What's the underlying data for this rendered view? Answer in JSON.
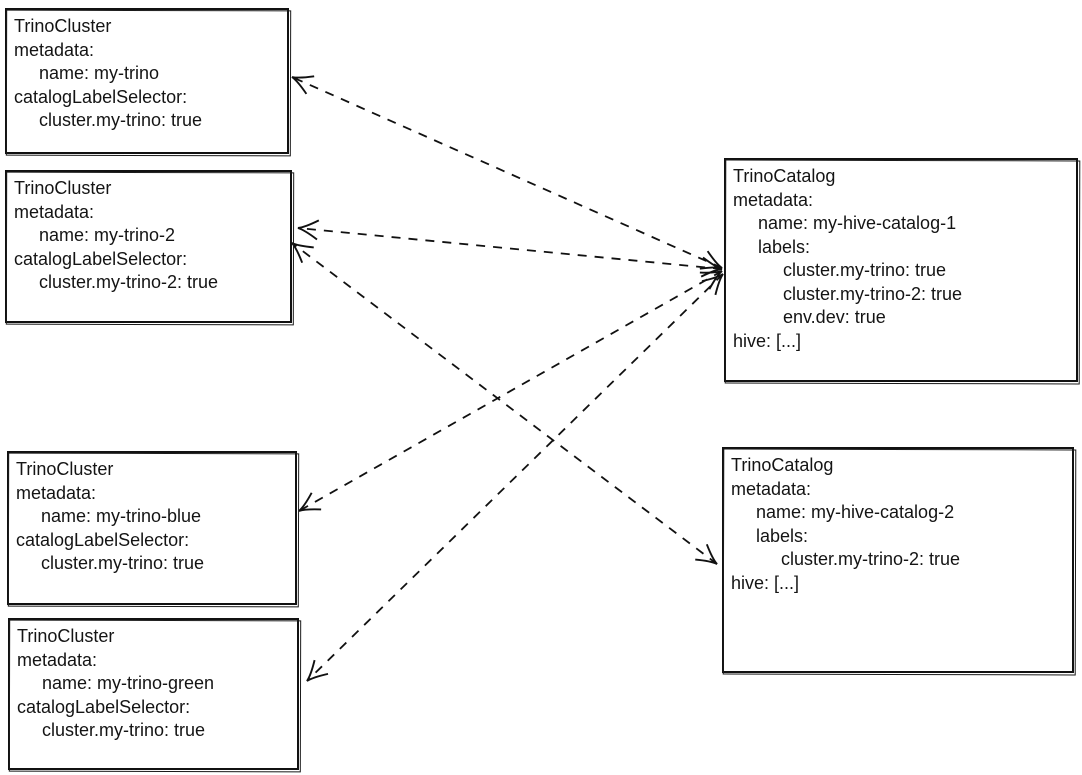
{
  "diagram": {
    "background": "#ffffff",
    "stroke_color": "#111111",
    "text_color": "#141414",
    "edge_style": "dashed",
    "nodes": [
      {
        "id": "trino-cluster-my-trino",
        "lines": [
          {
            "text": "TrinoCluster",
            "indent": 0
          },
          {
            "text": "metadata:",
            "indent": 0
          },
          {
            "text": "name: my-trino",
            "indent": 1
          },
          {
            "text": "catalogLabelSelector:",
            "indent": 0
          },
          {
            "text": "cluster.my-trino: true",
            "indent": 1
          }
        ]
      },
      {
        "id": "trino-cluster-my-trino-2",
        "lines": [
          {
            "text": "TrinoCluster",
            "indent": 0
          },
          {
            "text": "metadata:",
            "indent": 0
          },
          {
            "text": "name: my-trino-2",
            "indent": 1
          },
          {
            "text": "catalogLabelSelector:",
            "indent": 0
          },
          {
            "text": "cluster.my-trino-2: true",
            "indent": 1
          }
        ]
      },
      {
        "id": "trino-cluster-my-trino-blue",
        "lines": [
          {
            "text": "TrinoCluster",
            "indent": 0
          },
          {
            "text": "metadata:",
            "indent": 0
          },
          {
            "text": "name: my-trino-blue",
            "indent": 1
          },
          {
            "text": "catalogLabelSelector:",
            "indent": 0
          },
          {
            "text": "cluster.my-trino: true",
            "indent": 1
          }
        ]
      },
      {
        "id": "trino-cluster-my-trino-green",
        "lines": [
          {
            "text": "TrinoCluster",
            "indent": 0
          },
          {
            "text": "metadata:",
            "indent": 0
          },
          {
            "text": "name: my-trino-green",
            "indent": 1
          },
          {
            "text": "catalogLabelSelector:",
            "indent": 0
          },
          {
            "text": "cluster.my-trino: true",
            "indent": 1
          }
        ]
      },
      {
        "id": "trino-catalog-my-hive-catalog-1",
        "lines": [
          {
            "text": "TrinoCatalog",
            "indent": 0
          },
          {
            "text": "metadata:",
            "indent": 0
          },
          {
            "text": "name: my-hive-catalog-1",
            "indent": 1
          },
          {
            "text": "labels:",
            "indent": 1
          },
          {
            "text": "cluster.my-trino: true",
            "indent": 2
          },
          {
            "text": "cluster.my-trino-2: true",
            "indent": 2
          },
          {
            "text": "env.dev: true",
            "indent": 2
          },
          {
            "text": "hive: [...]",
            "indent": 0
          }
        ]
      },
      {
        "id": "trino-catalog-my-hive-catalog-2",
        "lines": [
          {
            "text": "TrinoCatalog",
            "indent": 0
          },
          {
            "text": "metadata:",
            "indent": 0
          },
          {
            "text": "name: my-hive-catalog-2",
            "indent": 1
          },
          {
            "text": "labels:",
            "indent": 1
          },
          {
            "text": "cluster.my-trino-2: true",
            "indent": 2
          },
          {
            "text": "hive: [...]",
            "indent": 0
          }
        ]
      }
    ],
    "edges": [
      {
        "from": "trino-catalog-my-hive-catalog-1",
        "to": "trino-cluster-my-trino",
        "style": "dashed",
        "arrowheads": "both"
      },
      {
        "from": "trino-catalog-my-hive-catalog-1",
        "to": "trino-cluster-my-trino-2",
        "style": "dashed",
        "arrowheads": "both"
      },
      {
        "from": "trino-catalog-my-hive-catalog-1",
        "to": "trino-cluster-my-trino-blue",
        "style": "dashed",
        "arrowheads": "both"
      },
      {
        "from": "trino-catalog-my-hive-catalog-1",
        "to": "trino-cluster-my-trino-green",
        "style": "dashed",
        "arrowheads": "both"
      },
      {
        "from": "trino-catalog-my-hive-catalog-2",
        "to": "trino-cluster-my-trino-2",
        "style": "dashed",
        "arrowheads": "both"
      }
    ]
  }
}
